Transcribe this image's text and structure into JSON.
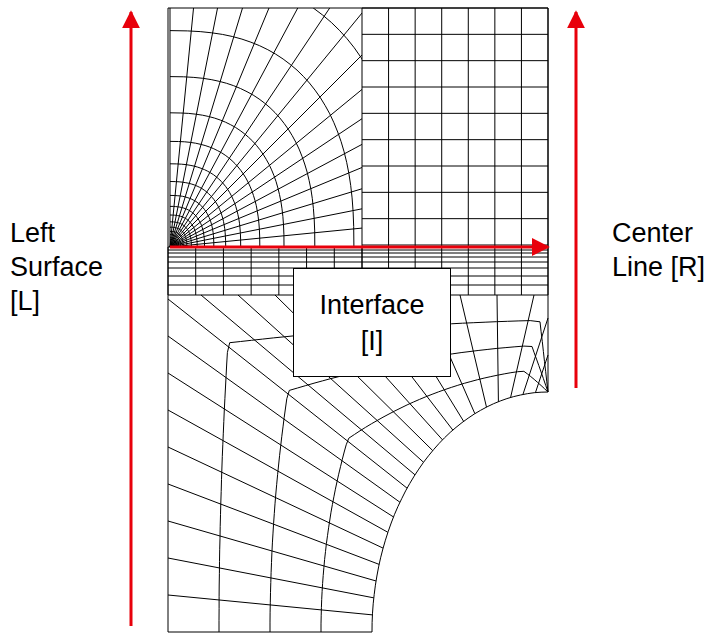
{
  "diagram": {
    "nodes": [
      {
        "text": [
          "Interface [I]"
        ]
      }
    ],
    "labels": [
      "Left Surface [L]",
      "Center Line [R]"
    ]
  }
}
